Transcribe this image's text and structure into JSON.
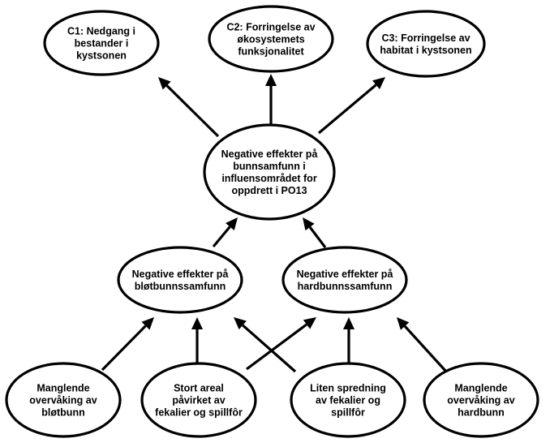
{
  "diagram": {
    "colors": {
      "stroke": "#000000",
      "fill": "#ffffff",
      "text": "#000000"
    },
    "nodes": [
      {
        "id": "c1",
        "lines": [
          "C1: Nedgang i",
          "bestander i",
          "kystsonen"
        ]
      },
      {
        "id": "c2",
        "lines": [
          "C2: Forringelse av",
          "økosystemets",
          "funksjonalitet"
        ]
      },
      {
        "id": "c3",
        "lines": [
          "C3: Forringelse av",
          "habitat i kystsonen"
        ]
      },
      {
        "id": "main",
        "lines": [
          "Negative effekter på",
          "bunnsamfunn i",
          "influensområdet for",
          "oppdrett i PO13"
        ]
      },
      {
        "id": "soft",
        "lines": [
          "Negative effekter på",
          "bløtbunnssamfunn"
        ]
      },
      {
        "id": "hard",
        "lines": [
          "Negative effekter på",
          "hardbunnssamfunn"
        ]
      },
      {
        "id": "mon-soft",
        "lines": [
          "Manglende",
          "overvåking av",
          "bløtbunn"
        ]
      },
      {
        "id": "area",
        "lines": [
          "Stort areal",
          "påvirket av",
          "fekalier og spillfôr"
        ]
      },
      {
        "id": "spread",
        "lines": [
          "Liten spredning",
          "av fekalier og",
          "spillfôr"
        ]
      },
      {
        "id": "mon-hard",
        "lines": [
          "Manglende",
          "overvåking av",
          "hardbunn"
        ]
      }
    ],
    "edges": [
      {
        "from": "main",
        "to": "c1"
      },
      {
        "from": "main",
        "to": "c2"
      },
      {
        "from": "main",
        "to": "c3"
      },
      {
        "from": "soft",
        "to": "main"
      },
      {
        "from": "hard",
        "to": "main"
      },
      {
        "from": "mon-soft",
        "to": "soft"
      },
      {
        "from": "area",
        "to": "soft"
      },
      {
        "from": "area",
        "to": "hard"
      },
      {
        "from": "spread",
        "to": "soft"
      },
      {
        "from": "spread",
        "to": "hard"
      },
      {
        "from": "mon-hard",
        "to": "hard"
      }
    ]
  }
}
